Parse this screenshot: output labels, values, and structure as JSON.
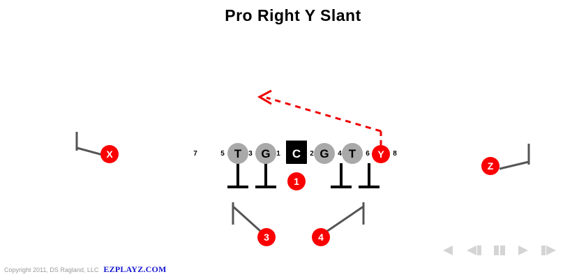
{
  "title": "Pro Right Y Slant",
  "colors": {
    "skill_red": "#fa0000",
    "lineman_gray": "#a9a9a9",
    "center_black": "#000000",
    "route_red": "#ee0000",
    "block_line": "#000000",
    "motion_line": "#555555",
    "media_gray": "#d4d4d4",
    "brand_blue": "#1515d0",
    "copyright_gray": "#9a9a9a",
    "background": "#ffffff"
  },
  "formation": {
    "linemen": [
      {
        "label": "T",
        "name": "left-tackle"
      },
      {
        "label": "G",
        "name": "left-guard"
      },
      {
        "label": "C",
        "name": "center"
      },
      {
        "label": "G",
        "name": "right-guard"
      },
      {
        "label": "T",
        "name": "right-tackle"
      }
    ],
    "receivers": [
      {
        "label": "X",
        "name": "x-receiver"
      },
      {
        "label": "Y",
        "name": "y-receiver"
      },
      {
        "label": "Z",
        "name": "z-receiver"
      }
    ],
    "backfield": [
      {
        "label": "1",
        "name": "quarterback"
      },
      {
        "label": "3",
        "name": "halfback-3"
      },
      {
        "label": "4",
        "name": "halfback-4"
      }
    ],
    "gap_numbers": [
      "7",
      "5",
      "3",
      "1",
      "2",
      "4",
      "6",
      "8"
    ]
  },
  "media_controls": [
    {
      "name": "rewind-button",
      "icon": "rewind-icon"
    },
    {
      "name": "step-back-button",
      "icon": "step-back-icon"
    },
    {
      "name": "pause-button",
      "icon": "pause-icon"
    },
    {
      "name": "play-button",
      "icon": "play-icon"
    },
    {
      "name": "step-forward-button",
      "icon": "step-forward-icon"
    }
  ],
  "footer": {
    "copyright": "Copyright 2011, DS Ragland, LLC",
    "brand": "EZPLAYZ.COM"
  }
}
